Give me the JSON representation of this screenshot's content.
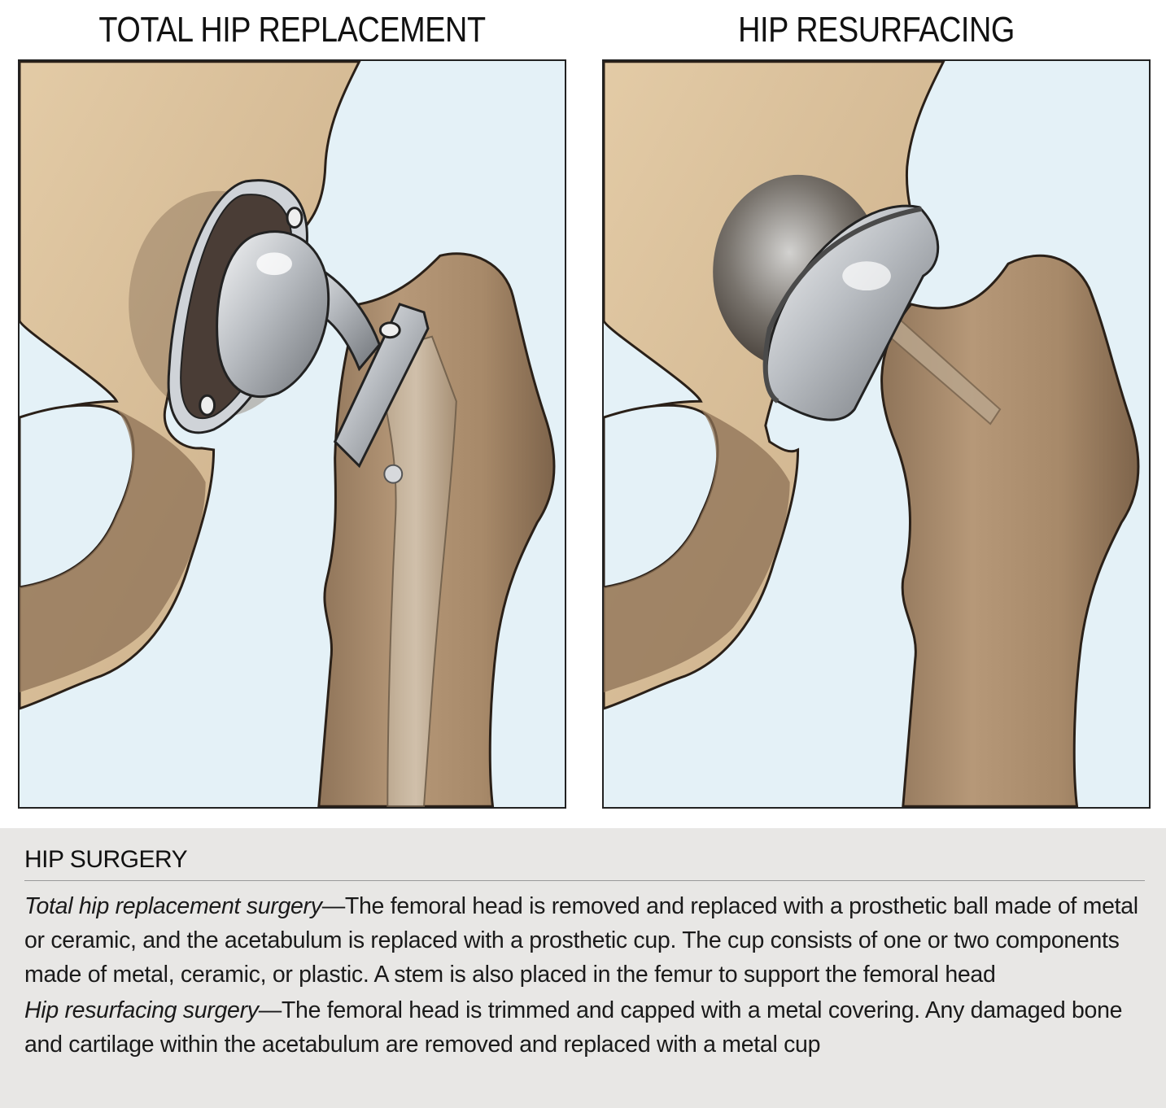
{
  "panels": {
    "left": {
      "title": "TOTAL HIP REPLACEMENT"
    },
    "right": {
      "title": "HIP RESURFACING"
    }
  },
  "caption": {
    "heading": "HIP SURGERY",
    "items": [
      {
        "term": "Total hip replacement surgery",
        "text": "—The femoral head is removed and replaced with a prosthetic ball made of metal or ceramic, and the acetabulum is replaced with a prosthetic cup. The cup consists of one or two components made of metal, ceramic, or plastic. A stem is also placed in the femur to support the femoral head"
      },
      {
        "term": "Hip resurfacing surgery",
        "text": "—The femoral head is trimmed and capped with a metal covering. Any damaged bone and cartilage within the acetabulum are removed and replaced with a metal cup"
      }
    ]
  },
  "colors": {
    "background": "#e4f1f7",
    "bone": "#d8be98",
    "bone_dark": "#8c7358",
    "femur": "#a88a6a",
    "metal": "#c9ccd0",
    "caption_bg": "#e8e7e5"
  }
}
